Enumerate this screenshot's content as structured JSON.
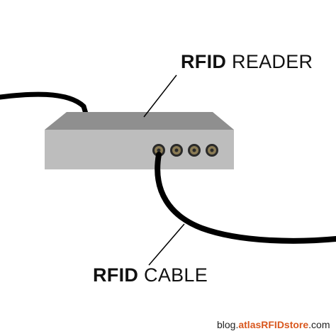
{
  "labels": {
    "reader_bold": "RFID",
    "reader_rest": "READER",
    "cable_bold": "RFID",
    "cable_rest": "CABLE"
  },
  "watermark": {
    "prefix": "blog.",
    "brand": "atlasRFIDstore",
    "suffix": ".com"
  },
  "colors": {
    "device_body": "#bdbdbd",
    "device_top": "#8f8f8f",
    "cable": "#000000",
    "text": "#111111",
    "brand": "#d9581f"
  },
  "components": [
    "rfid-reader-device",
    "antenna-port",
    "rfid-cable"
  ]
}
